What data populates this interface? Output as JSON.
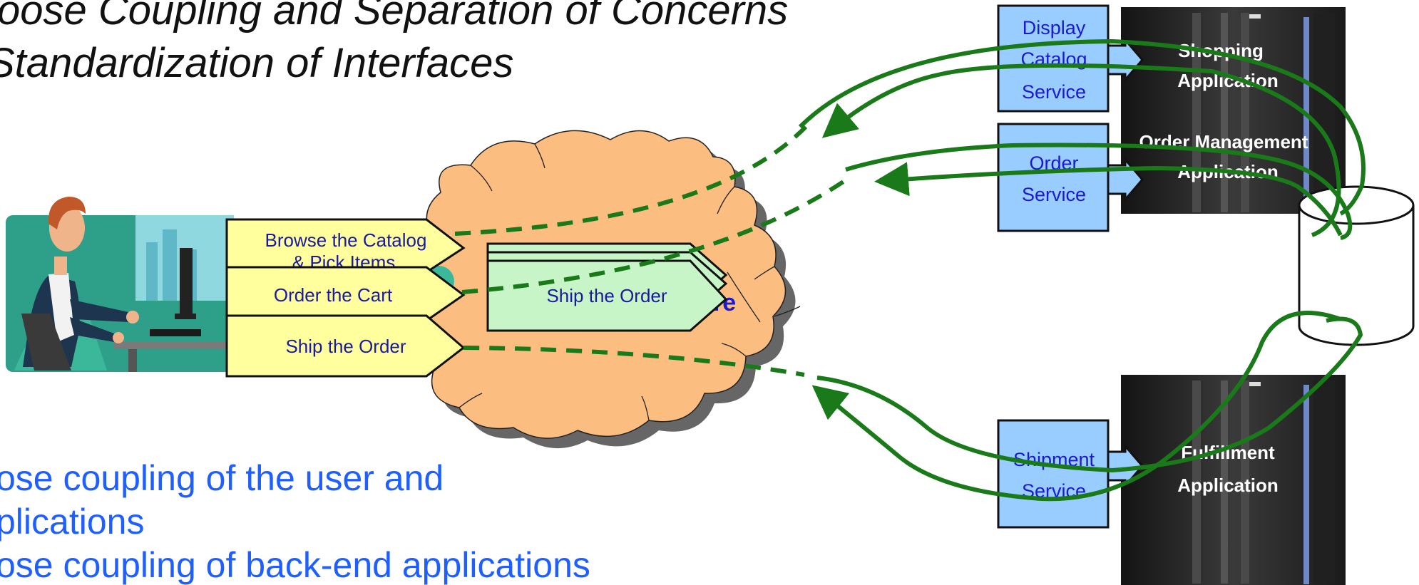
{
  "titles": [
    "oose Coupling and Separation of Concerns",
    "Standardization of Interfaces"
  ],
  "bullets": [
    "ose coupling of the user and",
    "plications",
    "ose coupling of back-end applications"
  ],
  "user_processes": [
    "Browse the Catalog",
    "& Pick Items",
    "Order the Cart",
    "Ship the Order"
  ],
  "cloud": {
    "process": "Ship the Order",
    "partial_label": "re"
  },
  "services": {
    "display": [
      "Display",
      "Catalog",
      "Service"
    ],
    "order": [
      "Order",
      "Service"
    ],
    "shipment": [
      "Shipment",
      "Service"
    ]
  },
  "applications": {
    "shopping": [
      "Shopping",
      "Application"
    ],
    "order_mgmt": [
      "Order Management",
      "Application"
    ],
    "fulfillment": [
      "Fulfillment",
      "Application"
    ]
  },
  "colors": {
    "cloud": "#fbbd80",
    "arrow": "#1a7a1a",
    "user_process": "#ffff9e",
    "cloud_process": "#c8f5c8",
    "service": "#99ccff",
    "server": "#2a2a2a"
  }
}
